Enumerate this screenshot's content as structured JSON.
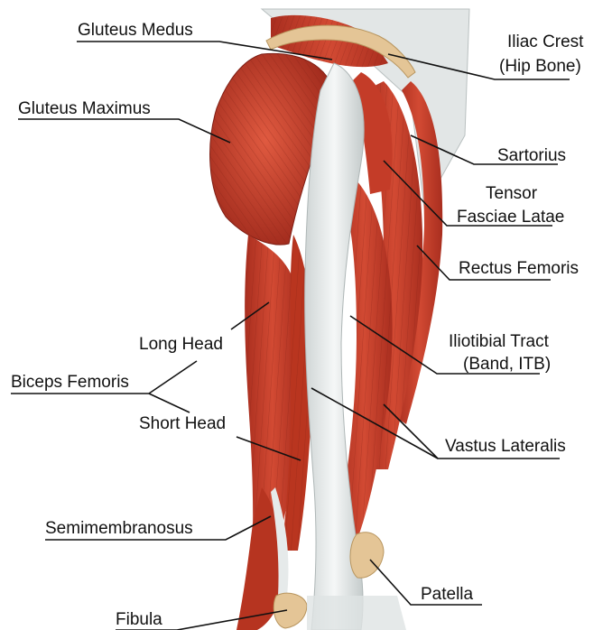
{
  "labels": {
    "gluteus_medius": "Gluteus Medus",
    "gluteus_maximus": "Gluteus Maximus",
    "iliac_crest_1": "Iliac Crest",
    "iliac_crest_2": "(Hip Bone)",
    "sartorius": "Sartorius",
    "tensor_1": "Tensor",
    "tensor_2": "Fasciae Latae",
    "rectus_femoris": "Rectus Femoris",
    "long_head": "Long Head",
    "biceps_femoris": "Biceps Femoris",
    "short_head": "Short Head",
    "iliotibial_1": "Iliotibial Tract",
    "iliotibial_2": "(Band, ITB)",
    "vastus_lateralis": "Vastus Lateralis",
    "semimembranosus": "Semimembranosus",
    "patella": "Patella",
    "fibula": "Fibula"
  },
  "colors": {
    "muscle": "#c8402c",
    "muscle_dark": "#9e2a1c",
    "muscle_light": "#e06a52",
    "tendon": "#e9ecec",
    "tendon_shadow": "#c9cfcf",
    "bone": "#e8c89a",
    "leader_line": "#111111"
  }
}
